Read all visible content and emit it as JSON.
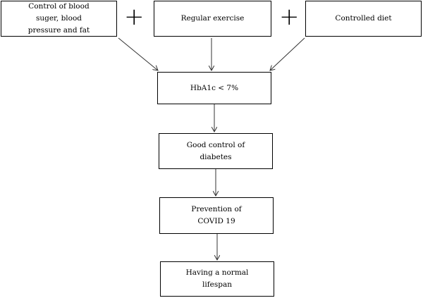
{
  "nodes": {
    "control": "Control of blood\nsuger, blood\npressure and fat",
    "exercise": "Regular exercise",
    "diet": "Controlled diet",
    "hba1c": "HbA1c < 7%",
    "good_control": "Good control of\ndiabetes",
    "prevention": "Prevention of\nCOVID 19",
    "lifespan": "Having a normal\nlifespan"
  },
  "connectors": {
    "plus_1": "+",
    "plus_2": "+"
  }
}
